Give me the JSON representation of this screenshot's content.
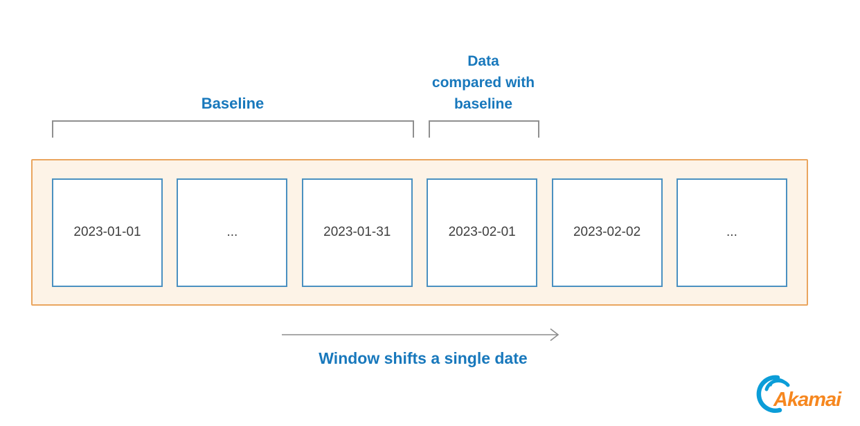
{
  "colors": {
    "heading-blue": "#1878bc",
    "box-border": "#4a90c0",
    "container-border": "#eaa55e",
    "container-bg": "#fdf3e7",
    "date-text": "#3f3f3f",
    "bracket-gray": "#8f8f8f",
    "arrow-gray": "#8c8c8c",
    "logo-blue": "#0b9dd8",
    "logo-orange": "#f6871f"
  },
  "labels": {
    "baseline": "Baseline",
    "comparison_lines": [
      "Data",
      "compared with",
      "baseline"
    ],
    "arrow": "Window shifts a single date"
  },
  "boxes": [
    {
      "label": "2023-01-01"
    },
    {
      "label": "..."
    },
    {
      "label": "2023-01-31"
    },
    {
      "label": "2023-02-01"
    },
    {
      "label": "2023-02-02"
    },
    {
      "label": "..."
    }
  ],
  "logo": {
    "text": "Akamai"
  }
}
